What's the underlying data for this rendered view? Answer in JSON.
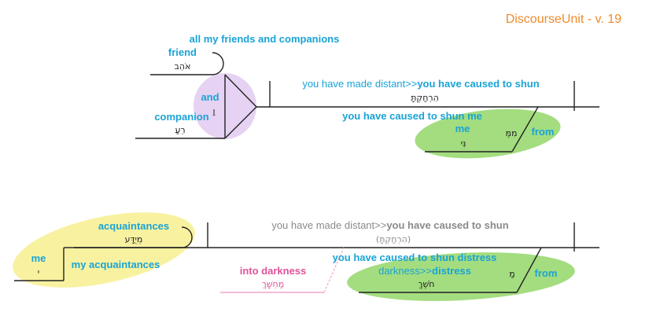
{
  "title": "DiscourseUnit - v. 19",
  "colors": {
    "blue_text": "#1aa3d6",
    "hebrew_text": "#222222",
    "title_orange": "#f08a2a",
    "green_highlight": "#a3dd7f",
    "purple_highlight": "#e6d2f2",
    "yellow_highlight": "#f8f2a0",
    "pink_text": "#e0539a",
    "grey_text": "#8a8a8a"
  },
  "top": {
    "compound_label": "all my friends and companions",
    "friend": {
      "gloss": "friend",
      "hebrew": "אֹהֵב"
    },
    "conjunction": {
      "gloss": "and",
      "hebrew": "וָ"
    },
    "companion": {
      "gloss": "companion",
      "hebrew": "רֵעַ"
    },
    "verb": {
      "gloss_plain": "you have made distant>>",
      "gloss_bold": "you have caused to shun",
      "hebrew": "הִרְחַקְתָּ"
    },
    "caused_to_shun_me": "you have caused to shun me",
    "me": {
      "gloss": "me",
      "hebrew": "נִּי"
    },
    "from": {
      "gloss": "from",
      "hebrew": "מִמֶּ"
    }
  },
  "bottom": {
    "acquaintances": {
      "gloss": "acquaintances",
      "hebrew": "מְיֻדָּע"
    },
    "me": {
      "gloss": "me",
      "hebrew": "י"
    },
    "my_acquaintances": "my acquaintances",
    "verb": {
      "gloss_plain": "you have made distant>>",
      "gloss_bold": "you have caused to shun",
      "hebrew": "(הִרְחַקְתָּ)"
    },
    "into_darkness": {
      "gloss": "into darkness",
      "hebrew": "מַחְשָׁךְ"
    },
    "caused_to_shun_distress": "you have caused to shun distress",
    "darkness": {
      "gloss_plain": "darkness>>",
      "gloss_bold": "distress",
      "hebrew": "חֹשֶׁךְ"
    },
    "from": {
      "gloss": "from",
      "hebrew": "מַ"
    }
  }
}
